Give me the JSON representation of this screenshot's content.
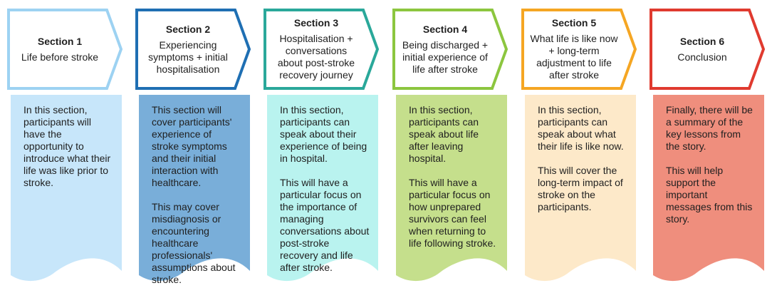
{
  "sections": [
    {
      "title": "Section 1",
      "subtitle": "Life before stroke",
      "paragraphs": [
        "In this section, participants will have the opportunity to introduce what their life was like prior to stroke."
      ],
      "colors": {
        "border": "#9dd2f2",
        "fill": "#c7e6fa"
      }
    },
    {
      "title": "Section 2",
      "subtitle": "Experiencing symptoms + initial hospitalisation",
      "paragraphs": [
        "This section will cover participants' experience of stroke symptoms and their initial interaction with healthcare.",
        "This may cover misdiagnosis or encountering healthcare professionals' assumptions about stroke."
      ],
      "colors": {
        "border": "#1f6fb3",
        "fill": "#79aed9"
      }
    },
    {
      "title": "Section 3",
      "subtitle": "Hospitalisation + conversations about post-stroke recovery journey",
      "paragraphs": [
        "In this section, participants can speak about their experience of being in hospital.",
        "This will have a particular focus on the importance of managing conversations about post-stroke recovery and life after stroke."
      ],
      "colors": {
        "border": "#2aa89a",
        "fill": "#b9f3ef"
      }
    },
    {
      "title": "Section 4",
      "subtitle": "Being discharged + initial experience of life after stroke",
      "paragraphs": [
        "In this section, participants can speak about life after leaving hospital.",
        "This will have a particular focus on how unprepared survivors can feel when returning to life following stroke."
      ],
      "colors": {
        "border": "#8cc63f",
        "fill": "#c5df8c"
      }
    },
    {
      "title": "Section 5",
      "subtitle": "What life is like now + long-term adjustment to life after stroke",
      "paragraphs": [
        "In this section, participants can speak about what their life is like now.",
        "This will cover the long-term impact of stroke on the participants."
      ],
      "colors": {
        "border": "#f5a623",
        "fill": "#fde9c9"
      }
    },
    {
      "title": "Section 6",
      "subtitle": "Conclusion",
      "paragraphs": [
        "Finally, there will be a summary of the key lessons from the story.",
        "This will help support the important messages from this story."
      ],
      "colors": {
        "border": "#e03a2f",
        "fill": "#ef8e7d"
      }
    }
  ]
}
